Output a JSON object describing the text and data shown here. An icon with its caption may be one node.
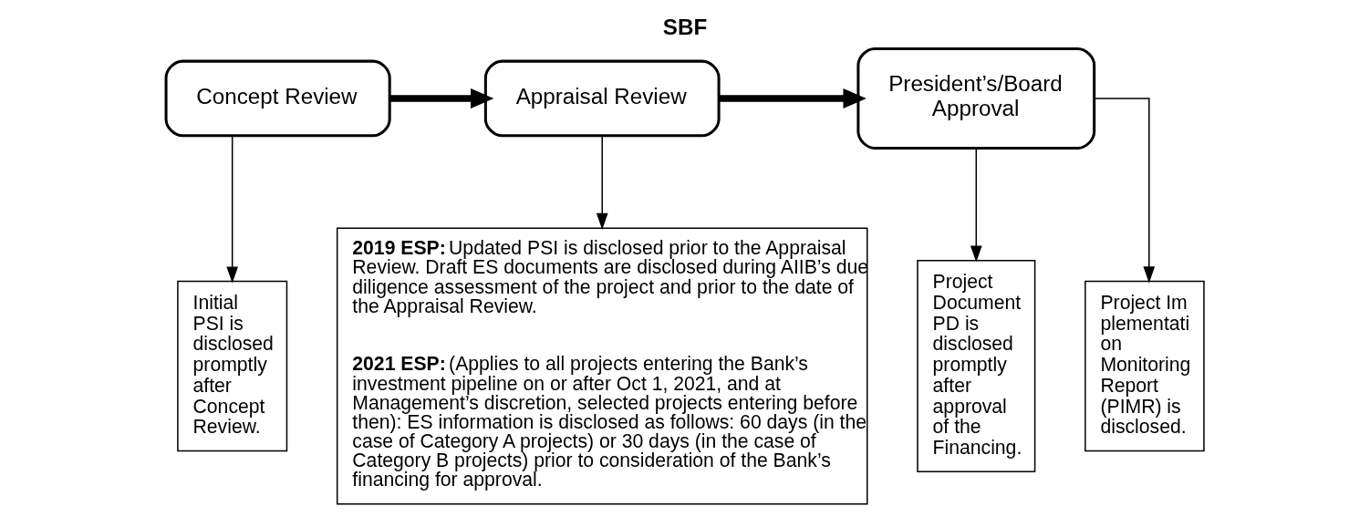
{
  "diagram": {
    "title": "SBF",
    "nodes": [
      {
        "text": [
          "Concept Review"
        ]
      },
      {
        "text": [
          "Appraisal Review"
        ]
      },
      {
        "text": [
          "President’s/Board Approval"
        ]
      },
      {
        "text": [
          "Initial PSI is disclosed promptly after Concept Review."
        ]
      },
      {
        "text": [
          "**2019 ESP:** Updated PSI is disclosed prior to the Appraisal Review. Draft ES documents are disclosed during AIIB’s due diligence assessment of the project and prior to the date of the Appraisal Review.",
          "**2021 ESP:** (Applies to all projects entering the Bank’s investment pipeline on or after Oct 1, 2021, and at Management’s discretion, selected projects entering before then): ES information is disclosed as follows: 60 days (in the case of Category A projects) or 30 days (in the case of Category B projects) prior to consideration of the Bank’s financing for approval."
        ]
      },
      {
        "text": [
          "Project Document PD is disclosed promptly after approval of the Financing."
        ]
      },
      {
        "text": [
          "Project Implementation Monitoring Report (PIMR) is disclosed."
        ]
      }
    ],
    "edges": [
      {
        "from": 0,
        "to": 1,
        "arrow": "to",
        "style": "thick"
      },
      {
        "from": 1,
        "to": 2,
        "arrow": "to",
        "style": "thick"
      },
      {
        "from": 0,
        "to": 3,
        "arrow": "to"
      },
      {
        "from": 1,
        "to": 4,
        "arrow": "to"
      },
      {
        "from": 2,
        "to": 5,
        "arrow": "to"
      },
      {
        "from": 2,
        "to": 6,
        "arrow": "to"
      }
    ]
  }
}
